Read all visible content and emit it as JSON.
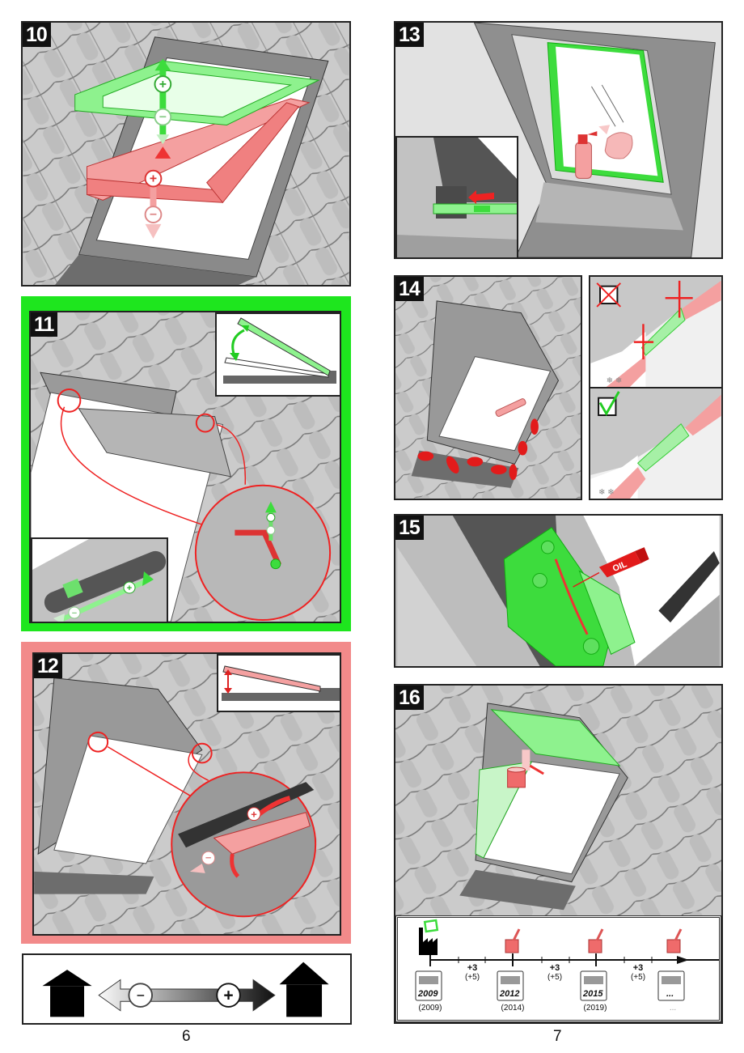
{
  "page": {
    "left_page_number": "6",
    "right_page_number": "7"
  },
  "colors": {
    "adjust_plus_green": "#1ee61e",
    "adjust_minus_red": "#f28a8a",
    "accent_red": "#e02020",
    "roof_tile_gray": "#c9c9c9",
    "badge_black": "#111111"
  },
  "steps": [
    {
      "number": "10",
      "description": "Sash height adjustment: green frame (+ up / − down), red frame (+ up / − down)",
      "icons": [
        "plus-icon",
        "minus-icon",
        "arrow-up-icon",
        "arrow-down-icon"
      ]
    },
    {
      "number": "11",
      "frame_color": "green",
      "description": "Increase opening angle via hinge adjuster with hex key; inset shows sash tilt",
      "icons": [
        "plus-icon",
        "minus-icon",
        "hex-key-icon",
        "magnify-circle-icon"
      ]
    },
    {
      "number": "12",
      "frame_color": "red",
      "description": "Decrease gap via locking lever adjustment; inset shows sash lowered",
      "icons": [
        "plus-icon",
        "minus-icon",
        "lever-icon",
        "magnify-circle-icon"
      ]
    },
    {
      "number": "13",
      "description": "Rotate sash to clean glass with spray bottle and cloth; inset shows locking bolt slide",
      "icons": [
        "spray-bottle-icon",
        "cloth-icon",
        "arrow-left-icon"
      ]
    },
    {
      "number": "14",
      "description": "Clear leaves from flashing with brush; keep flashing free of snow",
      "icons": [
        "brush-icon",
        "leaf-icon",
        "cross-box-icon",
        "check-box-icon",
        "snowflake-icon"
      ],
      "wrong_label": "✗",
      "right_label": "✓"
    },
    {
      "number": "15",
      "description": "Lubricate hinge mechanism",
      "oil_label": "OIL",
      "icons": [
        "oil-tube-icon"
      ]
    },
    {
      "number": "16",
      "description": "Repaint wooden sash periodically",
      "icons": [
        "paint-can-icon",
        "paint-brush-icon"
      ]
    }
  ],
  "timeline": {
    "start_icon": "factory-icon",
    "intervals": [
      {
        "primary": "+3",
        "secondary": "(+5)"
      },
      {
        "primary": "+3",
        "secondary": "(+5)"
      },
      {
        "primary": "+3",
        "secondary": "(+5)"
      }
    ],
    "calendars": [
      {
        "year": "2009",
        "alt_year": "(2009)"
      },
      {
        "year": "2012",
        "alt_year": "(2014)"
      },
      {
        "year": "2015",
        "alt_year": "(2019)"
      },
      {
        "year": "...",
        "alt_year": "..."
      }
    ]
  },
  "legend": {
    "minus_label": "−",
    "plus_label": "+",
    "left_icon": "house-small-icon",
    "right_icon": "house-large-icon"
  }
}
